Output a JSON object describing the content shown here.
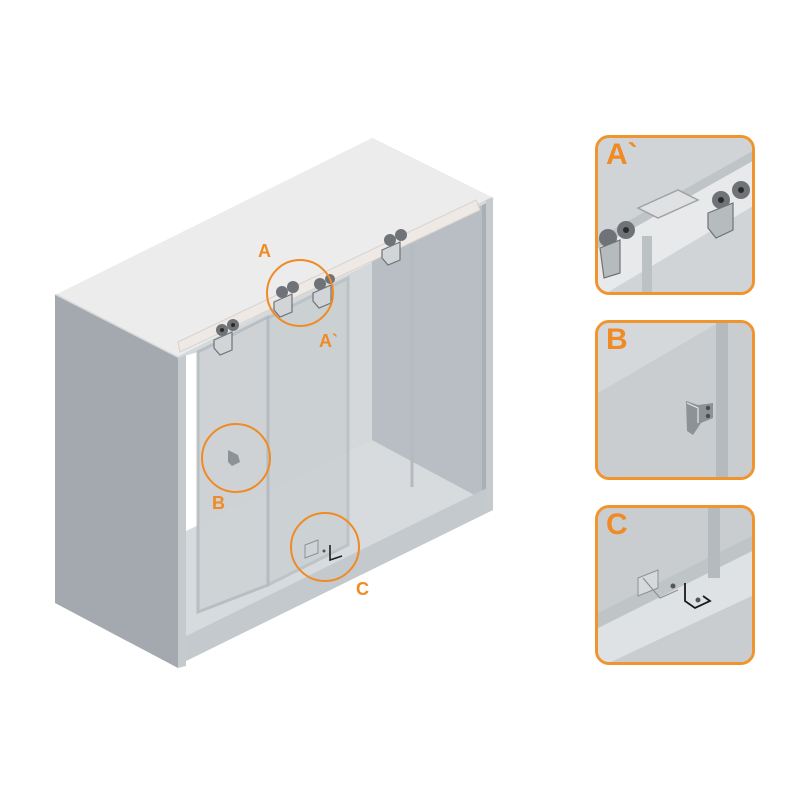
{
  "diagram": {
    "subject": "Sliding door cabinet hardware overview",
    "main_view": {
      "callouts": [
        {
          "id": "A",
          "label": "A",
          "target": "top roller pair on rail"
        },
        {
          "id": "A_prime",
          "label": "A`",
          "target": "second door top roller"
        },
        {
          "id": "B",
          "label": "B",
          "target": "door stopper bracket"
        },
        {
          "id": "C",
          "label": "C",
          "target": "bottom floor guide"
        }
      ]
    },
    "detail_panels": [
      {
        "id": "A_prime",
        "label": "A`",
        "content": "rail joint with hanging roller carriages"
      },
      {
        "id": "B",
        "label": "B",
        "content": "angled stopper bracket with two screws"
      },
      {
        "id": "C",
        "label": "C",
        "content": "floor guide brackets"
      }
    ],
    "colors": {
      "accent_orange": "#f08a24",
      "panel_border": "#f0952e",
      "cabinet_side": "#a3a9ae",
      "cabinet_top": "#ececec",
      "interior_back": "#bcc2c6",
      "glass_door": "#cfd4d7",
      "rail": "#efe9e6",
      "hardware": "#6f7377"
    }
  }
}
